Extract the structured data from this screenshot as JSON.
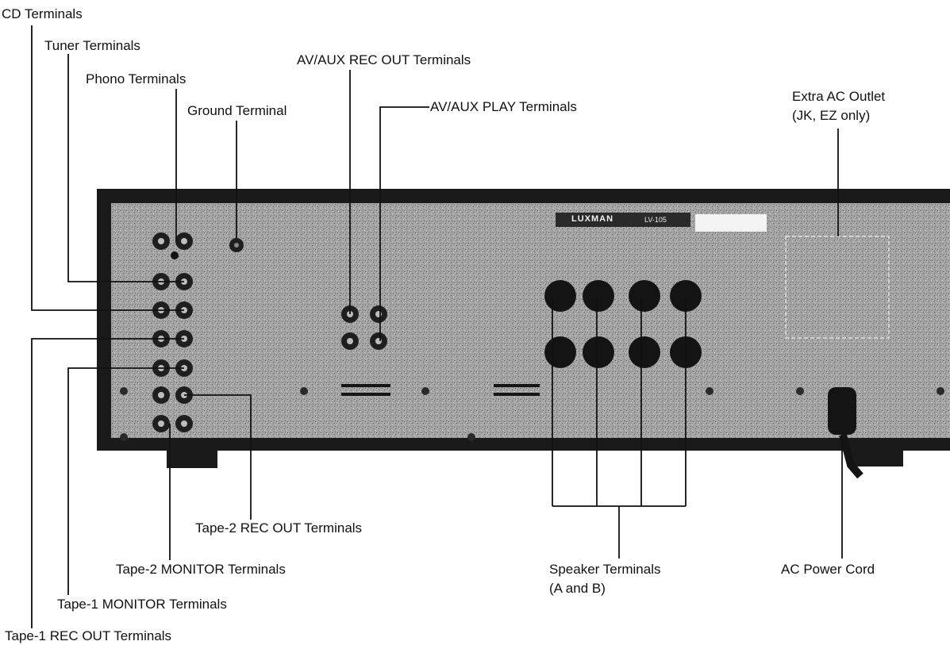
{
  "labels": {
    "cd": "CD Terminals",
    "tuner": "Tuner Terminals",
    "phono": "Phono Terminals",
    "ground": "Ground Terminal",
    "av_rec_out": "AV/AUX REC OUT Terminals",
    "av_play": "AV/AUX PLAY Terminals",
    "ac_outlet_line1": "Extra AC Outlet",
    "ac_outlet_line2": "(JK, EZ only)",
    "tape2_rec_out": "Tape-2 REC OUT Terminals",
    "tape2_monitor": "Tape-2 MONITOR Terminals",
    "tape1_monitor": "Tape-1 MONITOR Terminals",
    "tape1_rec_out": "Tape-1 REC OUT Terminals",
    "speaker_line1": "Speaker Terminals",
    "speaker_line2": "(A and B)",
    "ac_cord": "AC Power Cord"
  },
  "panel": {
    "brand": "LUXMAN",
    "model": "LV-105"
  },
  "colors": {
    "ink": "#111111",
    "panel_fill": "#9a9a9a",
    "panel_frame": "#1a1a1a",
    "background": "#ffffff"
  }
}
